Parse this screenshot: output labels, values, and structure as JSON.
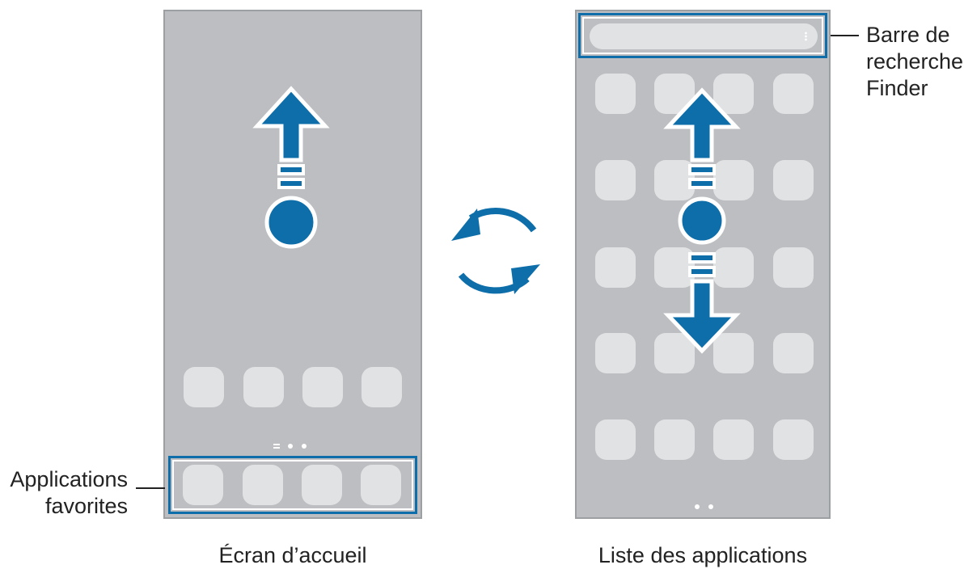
{
  "captions": {
    "home_screen": "Écran d’accueil",
    "apps_screen": "Liste des applications"
  },
  "callouts": {
    "favorites": [
      "Applications",
      "favorites"
    ],
    "finder": [
      "Barre de",
      "recherche",
      "Finder"
    ]
  },
  "colors": {
    "accent": "#0e6eaa",
    "phone_bg": "#bcbec1",
    "icon_bg": "#e1e2e3"
  },
  "icons": {
    "swipe_up": "arrow-up-icon",
    "swipe_down": "arrow-down-icon",
    "touch_point": "touch-circle-icon",
    "switch": "rotate-arrows-icon",
    "more": "more-vertical-icon"
  }
}
